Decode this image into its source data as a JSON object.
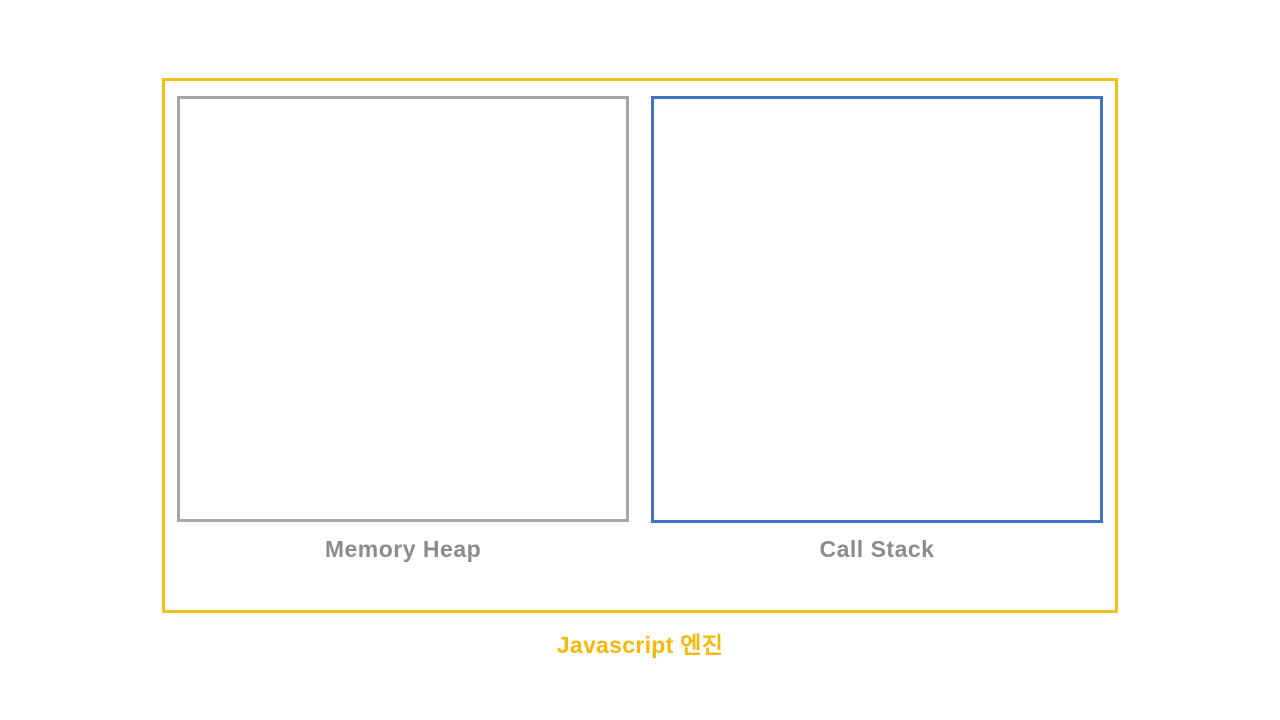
{
  "diagram": {
    "title": "Javascript 엔진",
    "boxes": [
      {
        "id": "memory-heap",
        "label": "Memory Heap"
      },
      {
        "id": "call-stack",
        "label": "Call Stack"
      }
    ]
  },
  "colors": {
    "background": "#FFFFFF",
    "engine_border": "#F2C116",
    "engine_label_text": "#F5B80C",
    "heap_border": "#A6A6A6",
    "stack_border": "#4472C4",
    "box_label_text": "#8C8C8C"
  }
}
